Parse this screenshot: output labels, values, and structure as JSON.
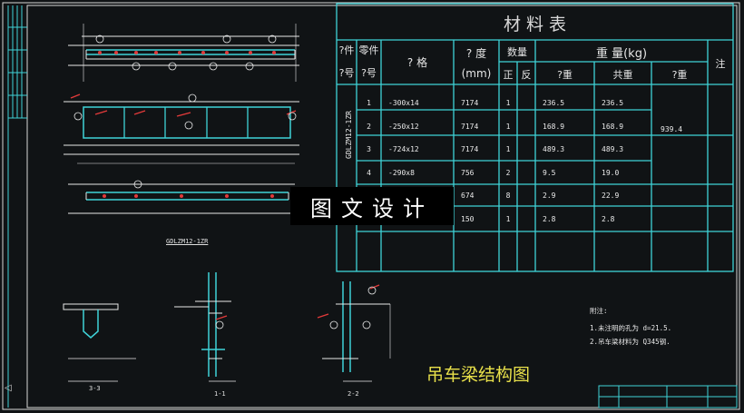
{
  "table": {
    "title": "材    料    表",
    "headers": {
      "part_no": "?件\n?号",
      "part_no_a": "?件",
      "part_no_b": "?号",
      "member_no_a": "零件",
      "member_no_b": "?号",
      "spec": "?  格",
      "length_a": "?  度",
      "length_b": "(mm)",
      "qty": "数量",
      "qty_pos": "正",
      "qty_neg": "反",
      "weight": "重  量(kg)",
      "single": "?重",
      "total": "共重",
      "sum": "?重",
      "remark": "注"
    },
    "part_label": "GDLZM12-1ZR",
    "rows": [
      {
        "no": "1",
        "spec": "-300x14",
        "len": "7174",
        "qty": "1",
        "single": "236.5",
        "total": "236.5"
      },
      {
        "no": "2",
        "spec": "-250x12",
        "len": "7174",
        "qty": "1",
        "single": "168.9",
        "total": "168.9"
      },
      {
        "no": "3",
        "spec": "-724x12",
        "len": "7174",
        "qty": "1",
        "single": "489.3",
        "total": "489.3"
      },
      {
        "no": "4",
        "spec": "-290x8",
        "len": "756",
        "qty": "2",
        "single": "9.5",
        "total": "19.0"
      },
      {
        "no": "",
        "spec": "",
        "len": "674",
        "qty": "8",
        "single": "2.9",
        "total": "22.9"
      },
      {
        "no": "",
        "spec": "",
        "len": "150",
        "qty": "1",
        "single": "2.8",
        "total": "2.8"
      }
    ],
    "sum_weight": "939.4"
  },
  "watermark": "图文设计",
  "drawing_title": "吊车梁结构图",
  "notes": {
    "heading": "附注:",
    "line1": "1.未注明的孔为 d=21.5.",
    "line2": "2.吊车梁材料为 Q345钢."
  },
  "views": {
    "elevation_label": "GDLZM12-1ZR",
    "section_3": "3-3",
    "section_1": "1-1",
    "section_2": "2-2"
  },
  "colors": {
    "background": "#101315",
    "line_cyan": "#3fd3d8",
    "line_white": "#e8e8e8",
    "line_red": "#e23a3a",
    "title_yellow": "#e8e04a"
  }
}
